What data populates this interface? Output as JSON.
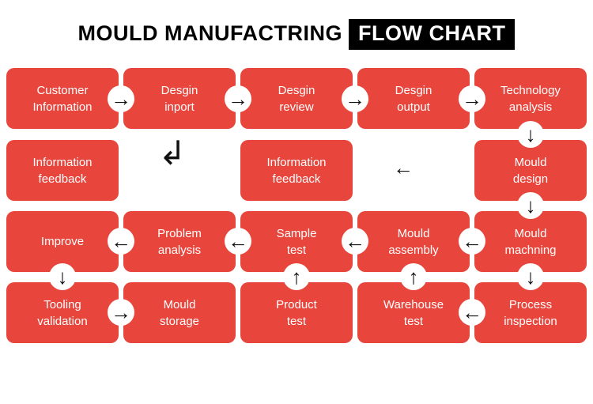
{
  "title": {
    "prefix": "MOULD MANUFACTRING",
    "highlight": "FLOW CHART"
  },
  "colors": {
    "box": "#e8453c",
    "highlight_bg": "#000000",
    "highlight_text": "#ffffff"
  },
  "glyphs": {
    "right": "→",
    "left": "←",
    "up": "↑",
    "down": "↓",
    "elbow": "↲"
  },
  "boxes": [
    {
      "label": "Customer\nInformation"
    },
    {
      "label": "Desgin\ninport"
    },
    {
      "label": "Desgin\nreview"
    },
    {
      "label": "Desgin\noutput"
    },
    {
      "label": "Technology\nanalysis"
    },
    {
      "label": "Information\nfeedback"
    },
    {
      "label": "Information\nfeedback"
    },
    {
      "label": "Mould\ndesign"
    },
    {
      "label": "Improve"
    },
    {
      "label": "Problem\nanalysis"
    },
    {
      "label": "Sample\ntest"
    },
    {
      "label": "Mould\nassembly"
    },
    {
      "label": "Mould\nmachning"
    },
    {
      "label": "Tooling\nvalidation"
    },
    {
      "label": "Mould\nstorage"
    },
    {
      "label": "Product\ntest"
    },
    {
      "label": "Warehouse\ntest"
    },
    {
      "label": "Process\ninspection"
    }
  ]
}
